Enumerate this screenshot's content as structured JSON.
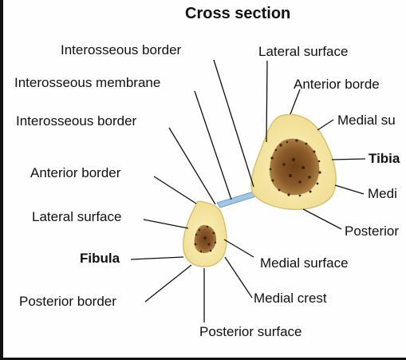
{
  "title": "Cross section",
  "labels": {
    "interosseous_border_top": "Interosseous border",
    "lateral_surface_tibia": "Lateral surface",
    "interosseous_membrane": "Interosseous membrane",
    "anterior_border_tibia": "Anterior borde",
    "interosseous_border_fibula": "Interosseous border",
    "medial_surface_tibia": "Medial su",
    "tibia": "Tibia",
    "anterior_border_fibula": "Anterior border",
    "medial_tibia_cut": "Medi",
    "lateral_surface_fibula": "Lateral surface",
    "posterior_tibia": "Posterior",
    "fibula": "Fibula",
    "medial_surface_fibula": "Medial surface",
    "posterior_border_fibula": "Posterior border",
    "medial_crest": "Medial crest",
    "posterior_surface": "Posterior surface"
  },
  "colors": {
    "bone": "#f4e7a6",
    "bone_edge": "#d9c172",
    "marrow": "#8a5a2b",
    "marrow_dark": "#4a2a12",
    "membrane": "#9fc6e4",
    "leader": "#111111"
  }
}
